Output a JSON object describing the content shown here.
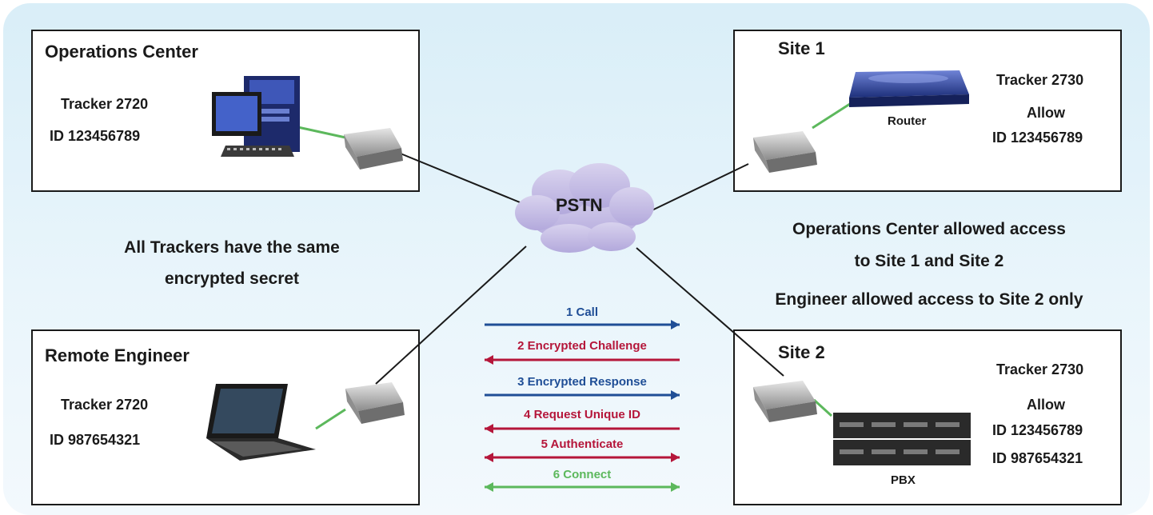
{
  "colors": {
    "background_top": "#d9eef8",
    "line": "#1a1a1a",
    "blue": "#1f4e96",
    "red": "#b5163a",
    "green": "#5cb85c"
  },
  "operations_center": {
    "title": "Operations Center",
    "tracker": "Tracker 2720",
    "id": "ID 123456789"
  },
  "site1": {
    "title": "Site 1",
    "tracker": "Tracker 2730",
    "device_label": "Router",
    "allow_label": "Allow",
    "allow_ids": [
      "ID 123456789"
    ]
  },
  "remote_engineer": {
    "title": "Remote Engineer",
    "tracker": "Tracker 2720",
    "id": "ID 987654321"
  },
  "site2": {
    "title": "Site 2",
    "tracker": "Tracker 2730",
    "device_label": "PBX",
    "allow_label": "Allow",
    "allow_ids": [
      "ID 123456789",
      "ID 987654321"
    ]
  },
  "network": {
    "label": "PSTN"
  },
  "notes": {
    "left": [
      "All Trackers have the same",
      "encrypted secret"
    ],
    "right": [
      "Operations Center allowed access",
      "to Site 1 and Site 2",
      "Engineer allowed access to Site 2 only"
    ]
  },
  "sequence": [
    {
      "label": "1 Call",
      "direction": "right",
      "color": "blue"
    },
    {
      "label": "2 Encrypted Challenge",
      "direction": "left",
      "color": "red"
    },
    {
      "label": "3 Encrypted Response",
      "direction": "right",
      "color": "blue"
    },
    {
      "label": "4 Request Unique ID",
      "direction": "left",
      "color": "red"
    },
    {
      "label": "5 Authenticate",
      "direction": "both",
      "color": "red"
    },
    {
      "label": "6 Connect",
      "direction": "both",
      "color": "green"
    }
  ],
  "icons": {
    "computer": "desktop-computer-icon",
    "laptop": "laptop-icon",
    "modem": "tracker-modem-icon",
    "router": "router-icon",
    "pbx": "pbx-icon",
    "cloud": "cloud-icon"
  }
}
